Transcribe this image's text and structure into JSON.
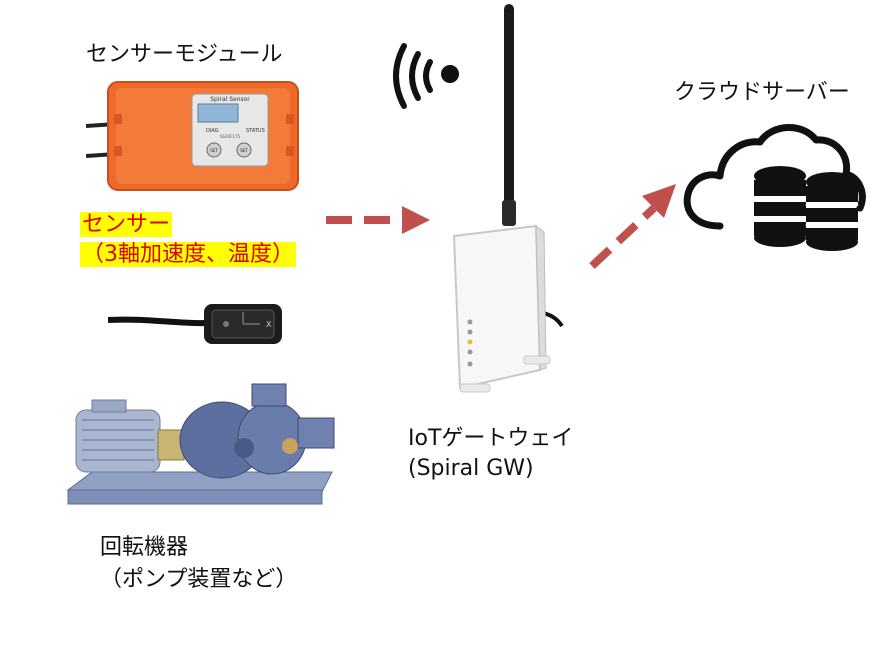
{
  "labels": {
    "sensor_module": "センサーモジュール",
    "sensor_line1": "センサー",
    "sensor_line2": "（3軸加速度、温度）",
    "gateway_line1": "IoTゲートウェイ",
    "gateway_line2": "(Spiral GW)",
    "cloud": "クラウドサーバー",
    "machine_line1": "回転機器",
    "machine_line2": "（ポンプ装置など）"
  },
  "module_panel": {
    "brand": "Spiral Sensor",
    "diag": "DIAG",
    "status": "STATUS",
    "code": "SS10F175",
    "btn1": "SET",
    "btn2": "SET"
  },
  "sensor_axis": "X",
  "colors": {
    "arrow": "#c0504d",
    "module_orange": "#ef6a2a",
    "highlight": "#ffff00",
    "sensor_text": "#e00000"
  }
}
